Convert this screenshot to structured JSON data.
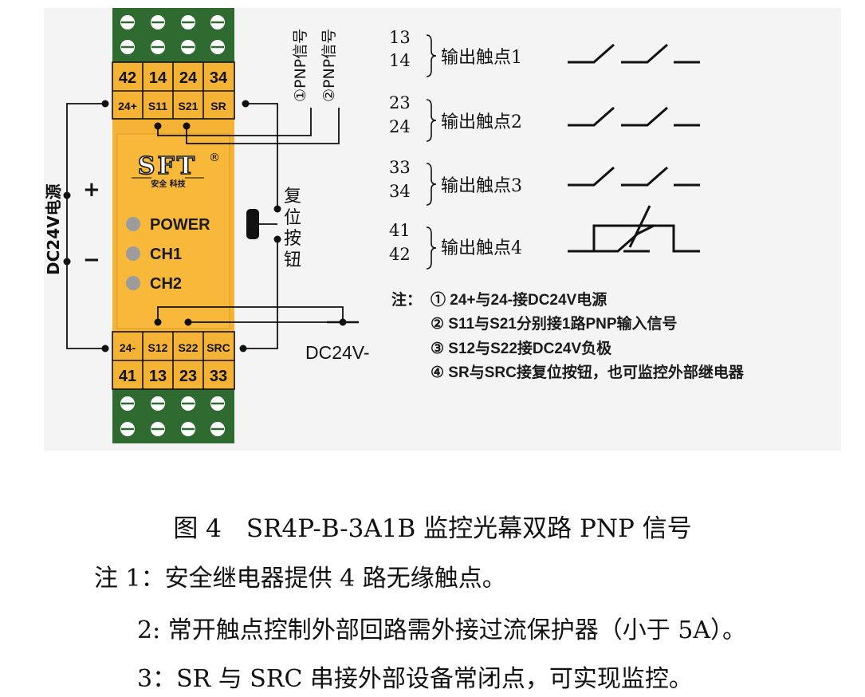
{
  "module": {
    "top_terminals": [
      "42",
      "14",
      "24",
      "34"
    ],
    "top_signals": [
      "24+",
      "S11",
      "S21",
      "SR"
    ],
    "bottom_signals": [
      "24-",
      "S12",
      "S22",
      "SRC"
    ],
    "bottom_terminals": [
      "41",
      "13",
      "23",
      "33"
    ],
    "logo_brand": "SFT",
    "logo_reg": "®",
    "logo_sub": "安全 科技",
    "leds": [
      "POWER",
      "CH1",
      "CH2"
    ]
  },
  "wiring": {
    "pnp_signal_1": "①PNP信号",
    "pnp_signal_2": "②PNP信号",
    "reset_button": [
      "复",
      "位",
      "按",
      "钮"
    ],
    "supply_label": "DC24V电源",
    "plus": "+",
    "minus": "−",
    "negative_label": "DC24V-"
  },
  "contacts": [
    {
      "pins": [
        "13",
        "14"
      ],
      "label": "输出触点1"
    },
    {
      "pins": [
        "23",
        "24"
      ],
      "label": "输出触点2"
    },
    {
      "pins": [
        "33",
        "34"
      ],
      "label": "输出触点3"
    },
    {
      "pins": [
        "41",
        "42"
      ],
      "label": "输出触点4"
    }
  ],
  "diagram_notes": {
    "prefix": "注：",
    "items": [
      "① 24+与24-接DC24V电源",
      "② S11与S21分别接1路PNP输入信号",
      "③ S12与S22接DC24V负极",
      "④ SR与SRC接复位按钮，也可监控外部继电器"
    ]
  },
  "caption": "图 4　SR4P-B-3A1B 监控光幕双路 PNP 信号",
  "notes": [
    "注 1：安全继电器提供 4 路无缘触点。",
    "2: 常开触点控制外部回路需外接过流保护器（小于 5A）。",
    "3：SR 与 SRC 串接外部设备常闭点，可实现监控。"
  ],
  "colors": {
    "module_body": "#f5b336",
    "terminal_block": "#2f6b30",
    "outline": "#111111"
  }
}
